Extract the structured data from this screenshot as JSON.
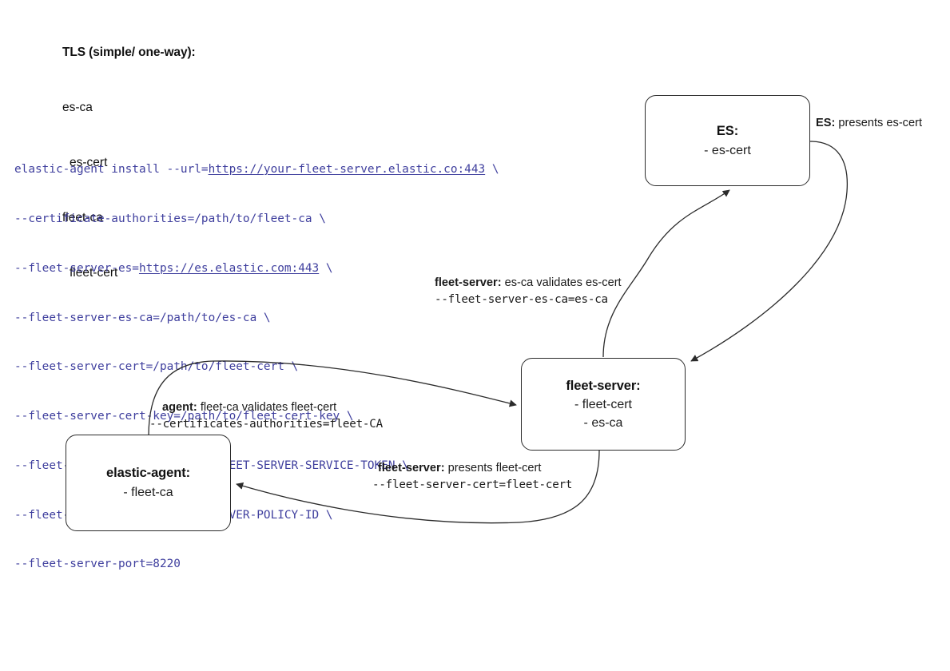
{
  "legend": {
    "title": "TLS (simple/ one-way):",
    "lines": [
      {
        "text": "es-ca",
        "indent": false
      },
      {
        "text": "es-cert",
        "indent": true
      },
      {
        "text": "fleet-ca",
        "indent": false
      },
      {
        "text": "fleet-cert",
        "indent": true
      }
    ]
  },
  "command": {
    "line1_pre": "elastic-agent install --url=",
    "line1_link": "https://your-fleet-server.elastic.co:443",
    "line1_post": " \\",
    "line2": "--certificate-authorities=/path/to/fleet-ca \\",
    "line3_pre": "--fleet-server-es=",
    "line3_link": "https://es.elastic.com:443",
    "line3_post": " \\",
    "line4": "--fleet-server-es-ca=/path/to/es-ca \\",
    "line5": "--fleet-server-cert=/path/to/fleet-cert \\",
    "line6": "--fleet-server-cert-key=/path/to/fleet-cert-key \\",
    "line7": "--fleet-server-service-token=FLEET-SERVER-SERVICE-TOKEN \\",
    "line8": "--fleet-server-policy=FLEET-SERVER-POLICY-ID \\",
    "line9": "--fleet-server-port=8220"
  },
  "nodes": {
    "es": {
      "title": "ES:",
      "items": [
        "- es-cert"
      ]
    },
    "fleet_server": {
      "title": "fleet-server:",
      "items": [
        "- fleet-cert",
        "- es-ca"
      ]
    },
    "elastic_agent": {
      "title": "elastic-agent:",
      "items": [
        "- fleet-ca"
      ]
    }
  },
  "edges": {
    "es_presents": {
      "strong": "ES:",
      "text": " presents es-cert"
    },
    "fs_validates": {
      "strong": "fleet-server:",
      "text": " es-ca validates es-cert",
      "mono": "--fleet-server-es-ca=es-ca"
    },
    "agent_validates": {
      "strong": "agent:",
      "text": " fleet-ca validates fleet-cert",
      "mono": "--certificates-authorities=fleet-CA"
    },
    "fs_presents": {
      "strong": "fleet-server:",
      "text": " presents fleet-cert",
      "mono": "--fleet-server-cert=fleet-cert"
    }
  },
  "colors": {
    "command_text": "#3f3f9e",
    "node_border": "#2b2b2b",
    "edge_stroke": "#2b2b2b",
    "background": "#ffffff"
  }
}
